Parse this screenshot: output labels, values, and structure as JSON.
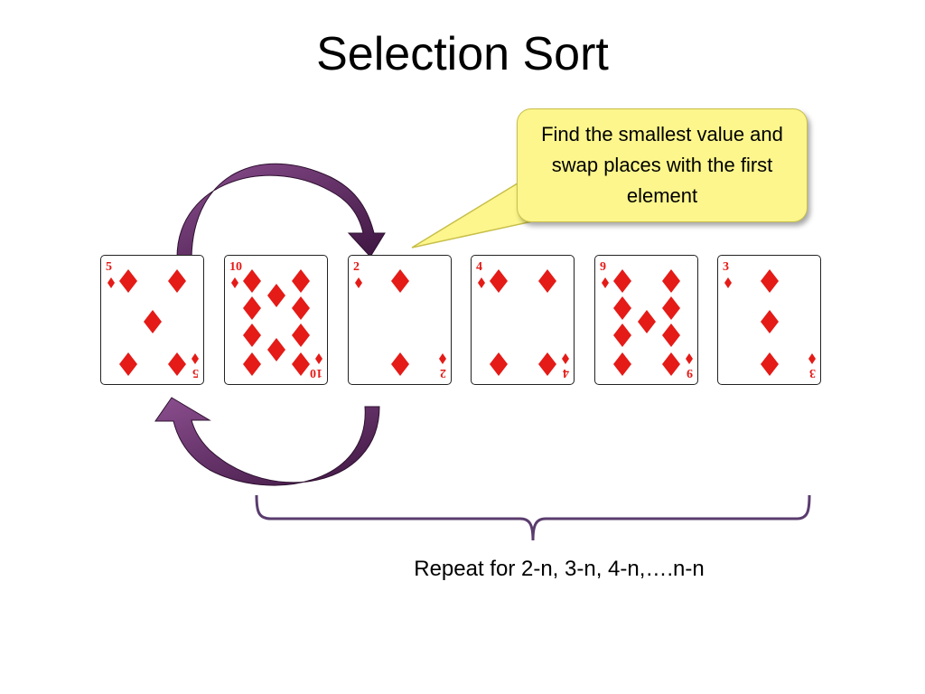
{
  "title": "Selection Sort",
  "callout": {
    "text": "Find the smallest value and swap places with the first element",
    "fill": "#fcf68c"
  },
  "cards": [
    {
      "rank": "5",
      "suit": "diamond"
    },
    {
      "rank": "10",
      "suit": "diamond"
    },
    {
      "rank": "2",
      "suit": "diamond"
    },
    {
      "rank": "4",
      "suit": "diamond"
    },
    {
      "rank": "9",
      "suit": "diamond"
    },
    {
      "rank": "3",
      "suit": "diamond"
    }
  ],
  "suit_color": "#e41b17",
  "arrow_color": "#5a2a5e",
  "footer": {
    "text": "Repeat for 2-n, 3-n, 4-n,….n-n"
  }
}
